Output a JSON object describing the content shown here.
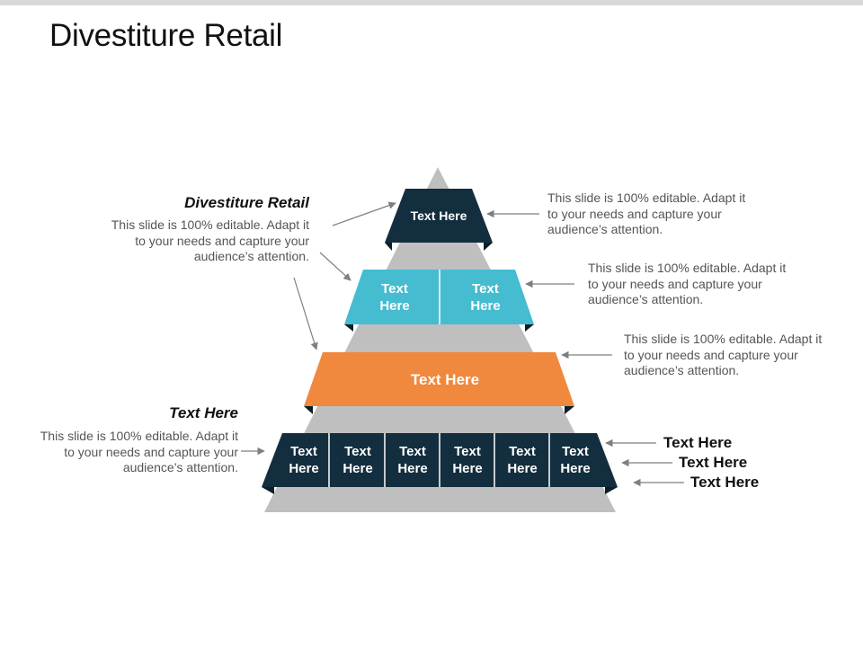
{
  "slide": {
    "title": "Divestiture Retail"
  },
  "pyramid": {
    "level1": {
      "label": "Text Here"
    },
    "level2": [
      {
        "label": "Text\nHere"
      },
      {
        "label": "Text\nHere"
      }
    ],
    "level3": {
      "label": "Text Here"
    },
    "level4": [
      {
        "label": "Text\nHere"
      },
      {
        "label": "Text\nHere"
      },
      {
        "label": "Text\nHere"
      },
      {
        "label": "Text\nHere"
      },
      {
        "label": "Text\nHere"
      },
      {
        "label": "Text\nHere"
      }
    ]
  },
  "left_callouts": [
    {
      "heading": "Divestiture Retail",
      "body": "This slide is 100% editable. Adapt it to your needs and capture your audience’s attention."
    },
    {
      "heading": "Text Here",
      "body": "This slide is 100% editable. Adapt it to your needs and capture your audience’s attention."
    }
  ],
  "right_callouts": [
    {
      "body": "This slide is 100% editable. Adapt it to your needs and capture your audience’s attention."
    },
    {
      "body": "This slide is 100% editable. Adapt it to your needs and capture your audience’s attention."
    },
    {
      "body": "This slide is 100% editable. Adapt it to your needs and capture your audience’s attention."
    }
  ],
  "right_labels": [
    "Text Here",
    "Text Here",
    "Text Here"
  ],
  "colors": {
    "navy": "#132e3e",
    "teal": "#45bcd0",
    "orange": "#f0883e",
    "pyramid_gray": "#bfbfbf",
    "arrow_gray": "#7f7f7f"
  }
}
